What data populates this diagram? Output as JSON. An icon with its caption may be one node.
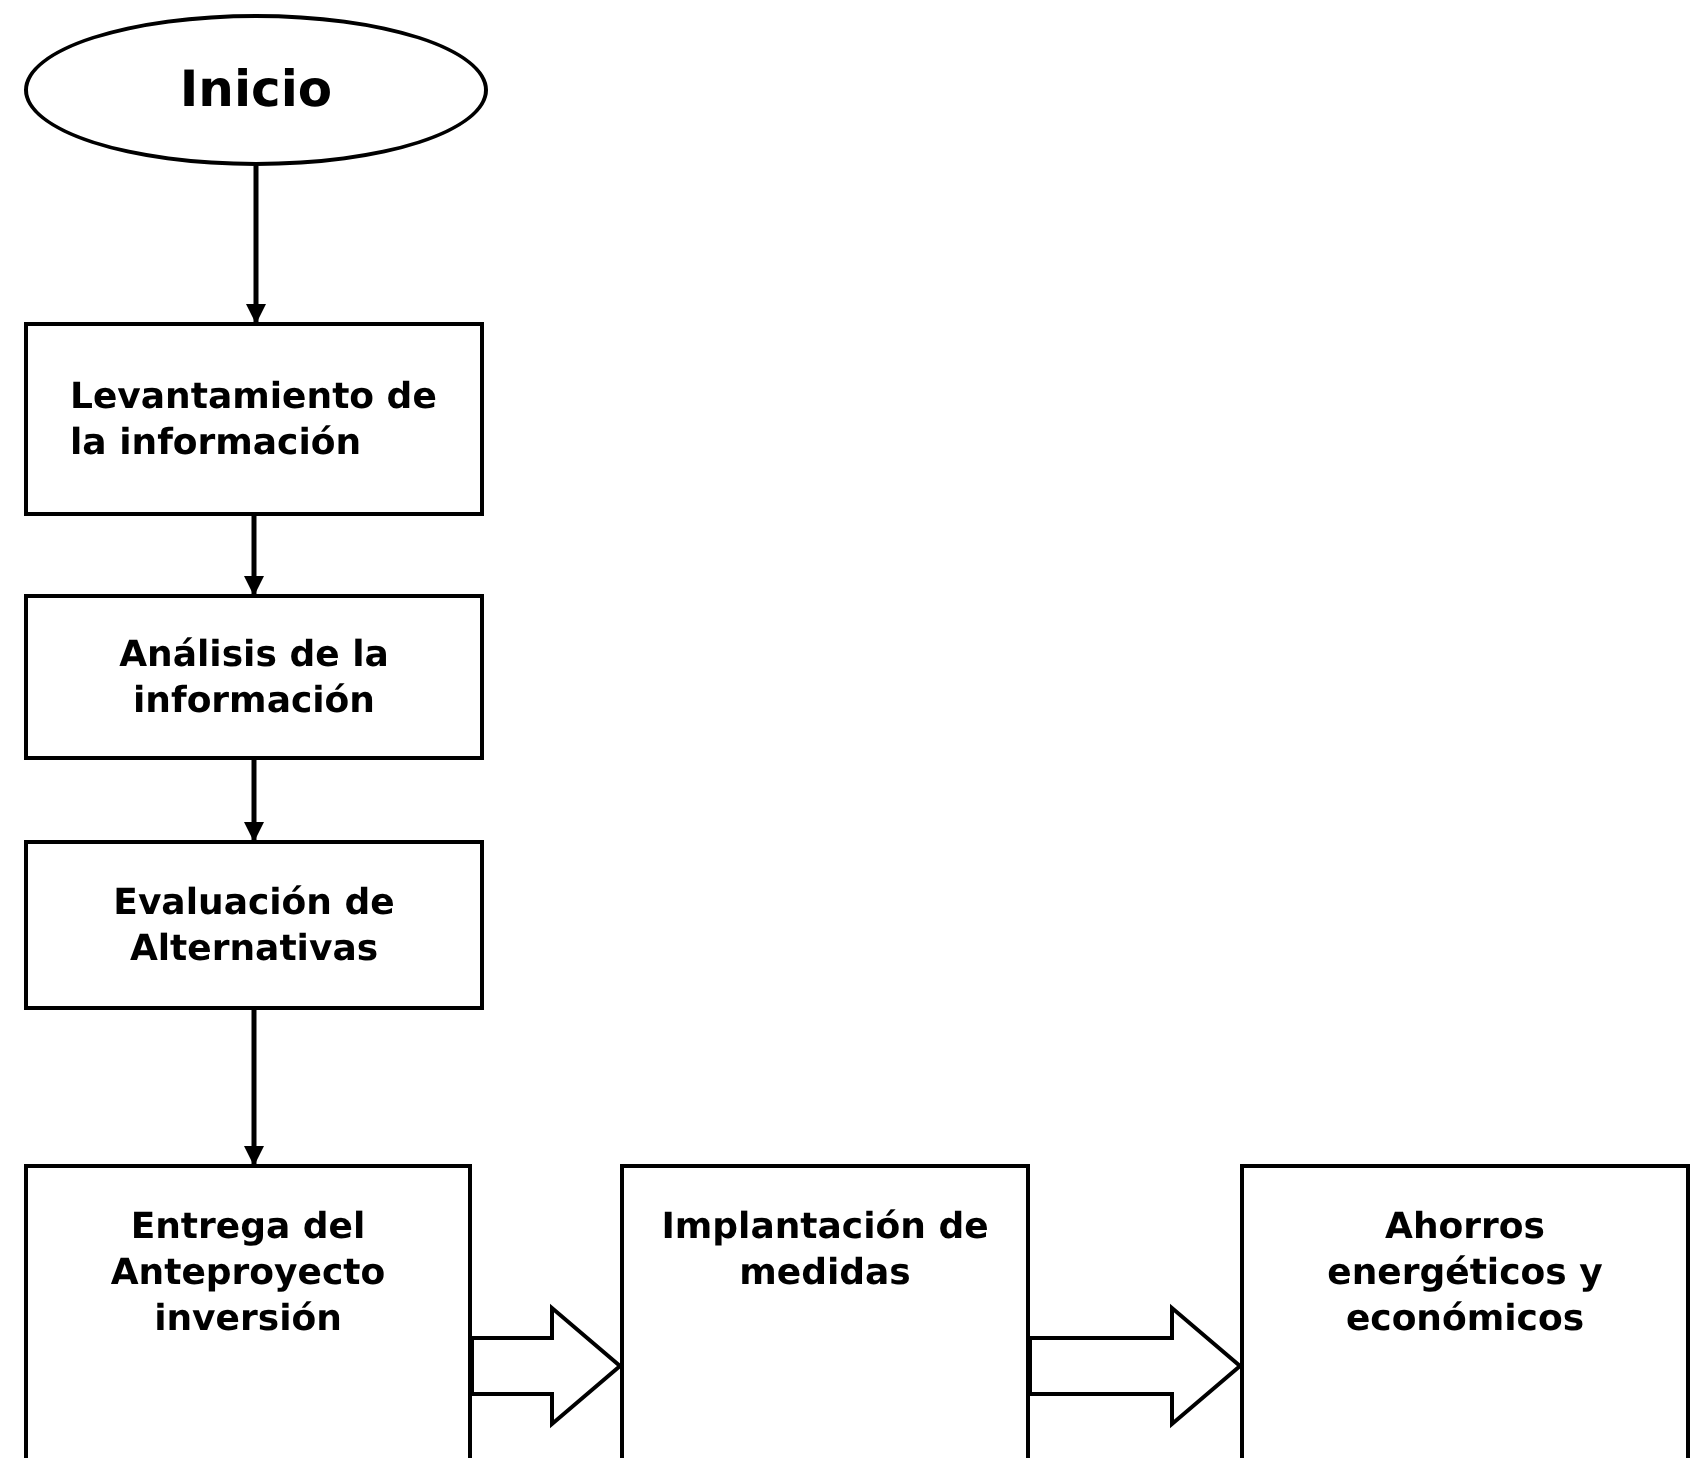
{
  "diagram": {
    "nodes": [
      {
        "text": [
          "Inicio"
        ]
      },
      {
        "text": [
          "Levantamiento de la información"
        ]
      },
      {
        "text": [
          "Análisis de la información"
        ]
      },
      {
        "text": [
          "Evaluación de Alternativas"
        ]
      },
      {
        "text": [
          "Entrega del Anteproyecto inversión"
        ]
      },
      {
        "text": [
          "Implantación de medidas"
        ]
      },
      {
        "text": [
          "Ahorros energéticos y económicos"
        ]
      }
    ],
    "edges": [
      {
        "from": 0,
        "to": 1,
        "arrow": "to"
      },
      {
        "from": 1,
        "to": 2,
        "arrow": "to"
      },
      {
        "from": 2,
        "to": 3,
        "arrow": "to"
      },
      {
        "from": 3,
        "to": 4,
        "arrow": "to"
      },
      {
        "from": 4,
        "to": 5,
        "arrow": "to",
        "style": "thick"
      },
      {
        "from": 5,
        "to": 6,
        "arrow": "to",
        "style": "thick"
      }
    ]
  }
}
